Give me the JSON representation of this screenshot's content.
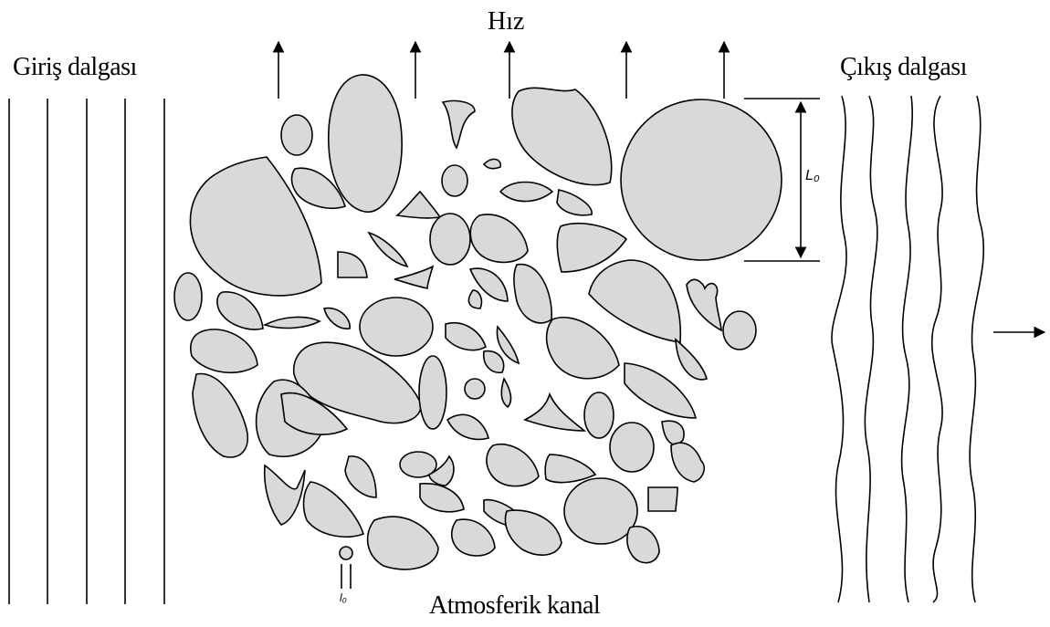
{
  "labels": {
    "input_wave": "Giriş dalgası",
    "speed": "Hız",
    "output_wave": "Çıkış dalgası",
    "channel": "Atmosferik kanal",
    "outer_scale": "L₀",
    "inner_scale": "l₀"
  },
  "colors": {
    "eddy_fill": "#d9d9d9",
    "stroke": "#000000",
    "background": "#ffffff"
  }
}
